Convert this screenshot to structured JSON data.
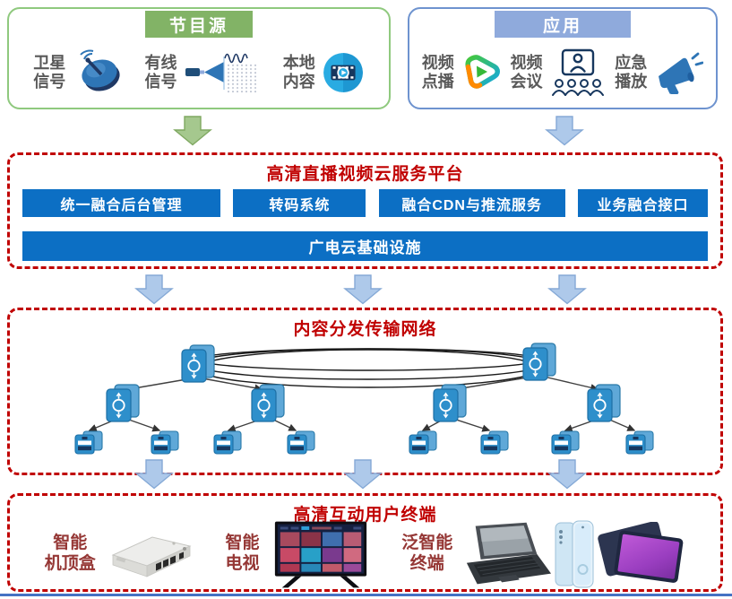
{
  "colors": {
    "accent_red": "#C00000",
    "bar_blue": "#0C6FC4",
    "green_header": "#82B366",
    "blue_header": "#8FAADC",
    "label_gray": "#595959",
    "terminal_label_red": "#953735",
    "arrow_blue": "#AEC9EA",
    "arrow_green": "#A5C88E",
    "node_blue": "#2E8FCB"
  },
  "source_box": {
    "title": "节目源",
    "items": [
      {
        "line1": "卫星",
        "line2": "信号",
        "icon": "satellite-dish-icon"
      },
      {
        "line1": "有线",
        "line2": "信号",
        "icon": "cable-signal-icon"
      },
      {
        "line1": "本地",
        "line2": "内容",
        "icon": "local-media-icon"
      }
    ]
  },
  "app_box": {
    "title": "应用",
    "items": [
      {
        "line1": "视频",
        "line2": "点播",
        "icon": "video-on-demand-icon"
      },
      {
        "line1": "视频",
        "line2": "会议",
        "icon": "video-conference-icon"
      },
      {
        "line1": "应急",
        "line2": "播放",
        "icon": "emergency-broadcast-icon"
      }
    ]
  },
  "platform_box": {
    "title": "高清直播视频云服务平台",
    "modules": [
      {
        "label": "统一融合后台管理"
      },
      {
        "label": "转码系统"
      },
      {
        "label": "融合CDN与推流服务"
      },
      {
        "label": "业务融合接口"
      }
    ],
    "infrastructure": "广电云基础设施"
  },
  "network_box": {
    "title": "内容分发传输网络"
  },
  "terminal_box": {
    "title": "高清互动用户终端",
    "items": [
      {
        "line1": "智能",
        "line2": "机顶盒",
        "icon": "set-top-box-image"
      },
      {
        "line1": "智能",
        "line2": "电视",
        "icon": "smart-tv-image"
      },
      {
        "line1": "泛智能",
        "line2": "终端",
        "icon": "laptop-phone-tablet-image"
      }
    ]
  }
}
